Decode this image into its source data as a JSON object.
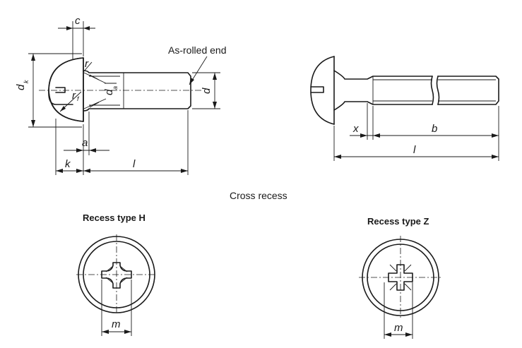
{
  "labels": {
    "as_rolled_end": "As-rolled end",
    "cross_recess": "Cross recess",
    "recess_h": "Recess type H",
    "recess_z": "Recess type Z"
  },
  "dims": {
    "c": "c",
    "r": "r",
    "rf": "r",
    "rf_sub": "f",
    "dk": "d",
    "dk_sub": "k",
    "da": "d",
    "da_sub": "a",
    "d": "d",
    "a": "a",
    "k": "k",
    "l": "l",
    "x": "x",
    "b": "b",
    "l2": "l",
    "m_h": "m",
    "m_z": "m"
  }
}
